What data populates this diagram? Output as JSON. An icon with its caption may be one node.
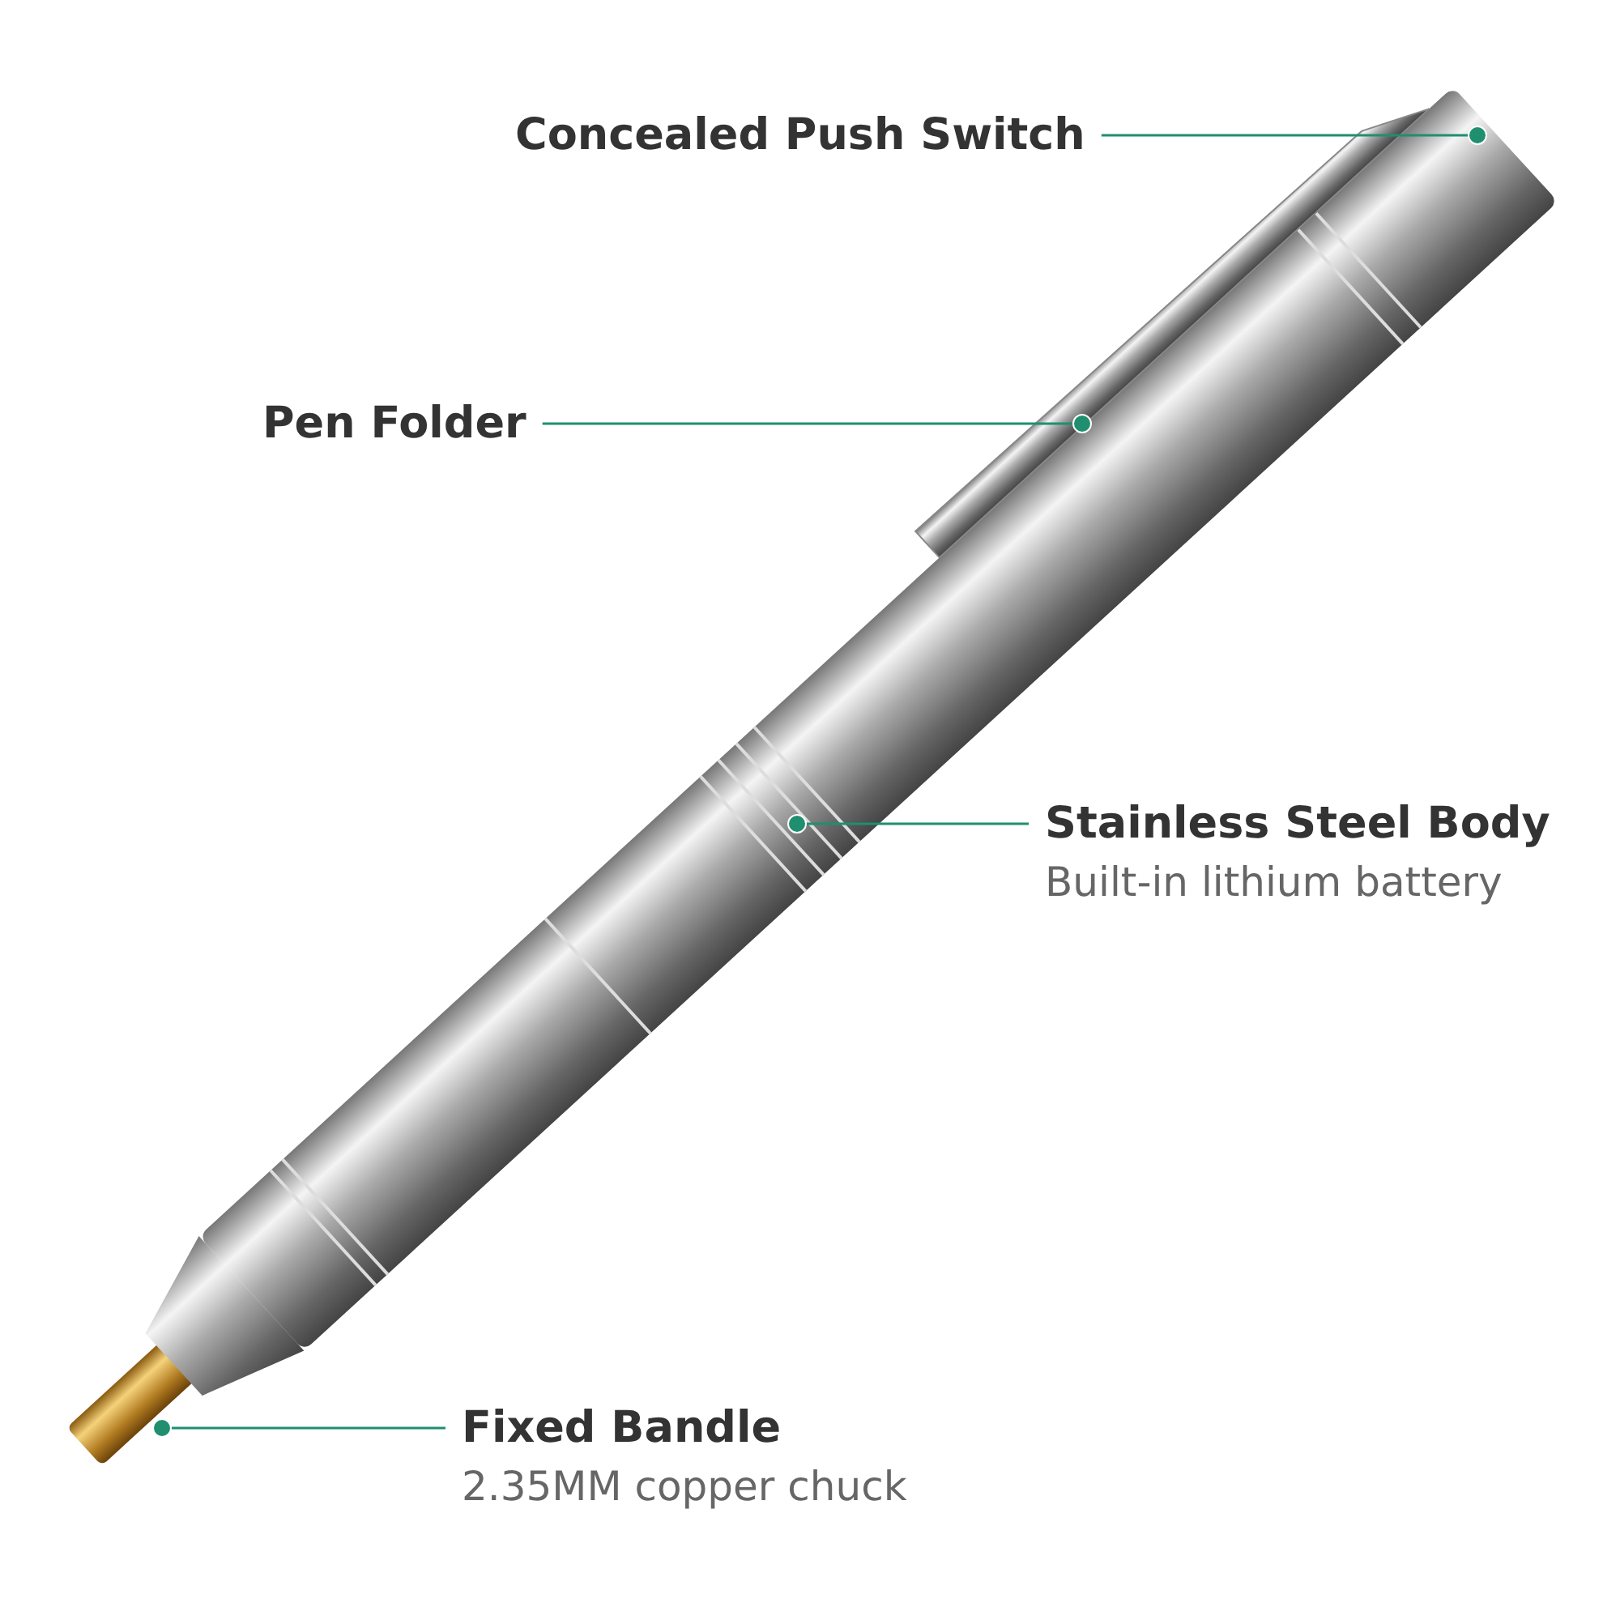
{
  "diagram": {
    "nodes": [
      {
        "text": [
          "Concealed Push Switch"
        ]
      },
      {
        "text": [
          "Pen Folder"
        ]
      },
      {
        "text": [
          "Stainless Steel Body",
          "Built-in lithium battery"
        ]
      },
      {
        "text": [
          "Fixed Bandle",
          "2.35MM copper chuck"
        ]
      }
    ],
    "edges": [
      {
        "from": 0,
        "to": null,
        "arrow": "other"
      },
      {
        "from": 1,
        "to": null,
        "arrow": "other"
      },
      {
        "from": 2,
        "to": null,
        "arrow": "other"
      },
      {
        "from": 3,
        "to": null,
        "arrow": "other"
      }
    ]
  }
}
